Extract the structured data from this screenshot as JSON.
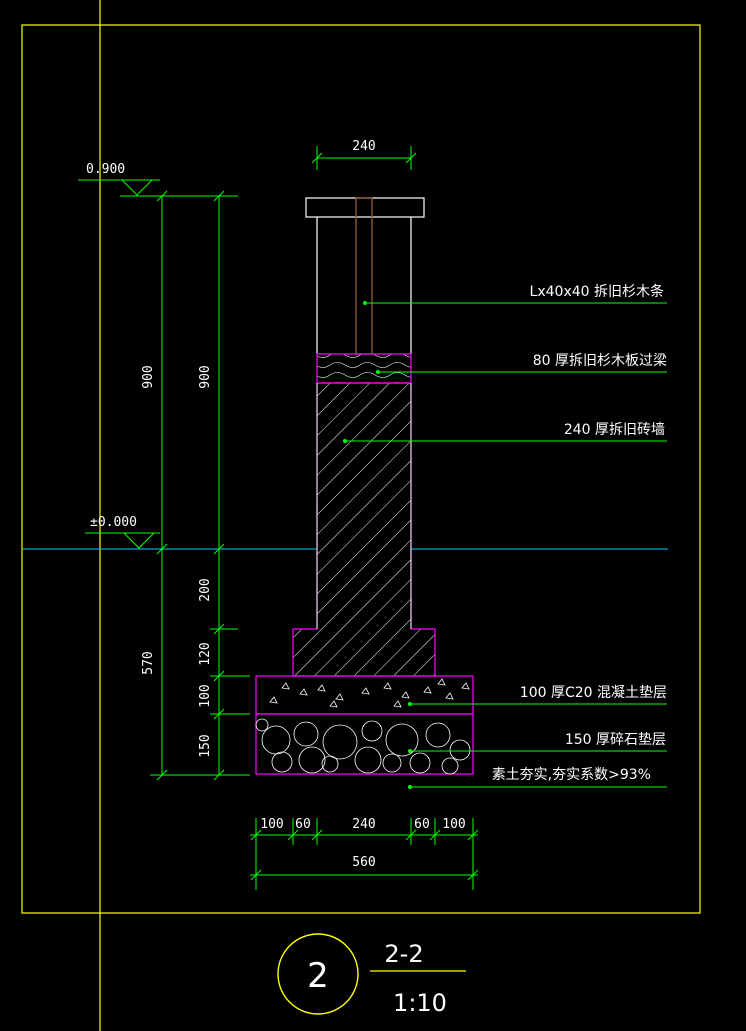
{
  "colors": {
    "background": "#000000",
    "frame": "#ffff00",
    "dimension": "#00ff00",
    "outline": "#ff00ff",
    "ground": "#00ccff",
    "text": "#ffffff",
    "wood": "#8b5a2b"
  },
  "elevations": {
    "top": "0.900",
    "zero": "±0.000"
  },
  "dimensions": {
    "top_width": "240",
    "left_900_a": "900",
    "left_900_b": "900",
    "left_570": "570",
    "d200": "200",
    "d120": "120",
    "d100": "100",
    "d150": "150",
    "bottom_100_left": "100",
    "bottom_60_left": "60",
    "bottom_240": "240",
    "bottom_60_right": "60",
    "bottom_100_right": "100",
    "bottom_total": "560"
  },
  "annotations": {
    "timber": "Lx40x40  拆旧杉木条",
    "lintel": "80 厚拆旧杉木板过梁",
    "wall": "240 厚拆旧砖墙",
    "concrete": "100 厚C20 混凝土垫层",
    "gravel": "150 厚碎石垫层",
    "soil": "素土夯实,夯实系数>93%"
  },
  "title_block": {
    "number": "2",
    "section": "2-2",
    "scale": "1:10"
  }
}
